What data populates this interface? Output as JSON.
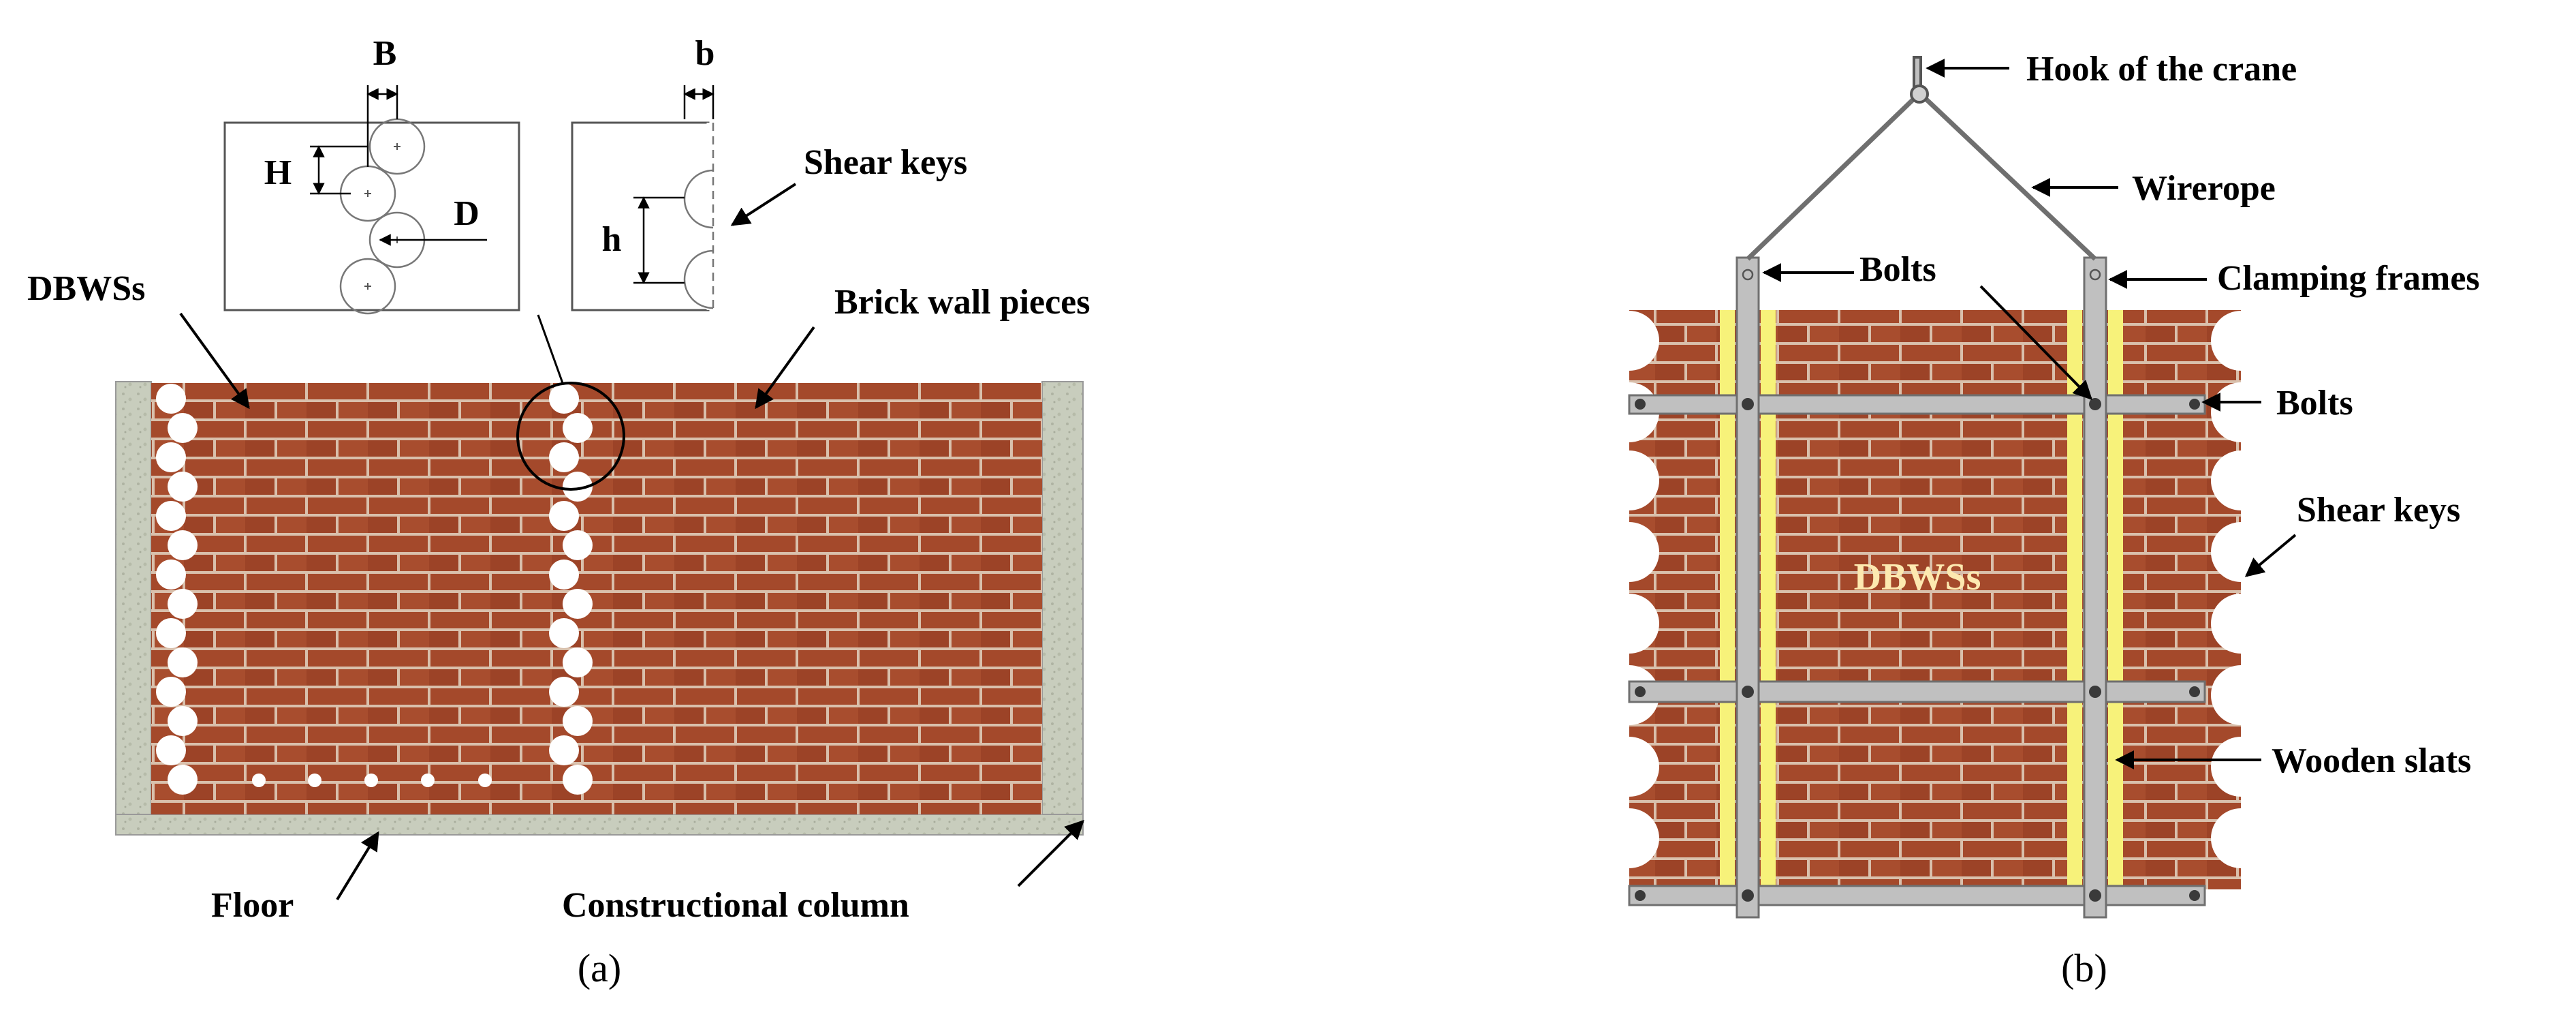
{
  "panel_a": {
    "caption": "(a)",
    "detail_left": {
      "B": "B",
      "H": "H",
      "D": "D"
    },
    "detail_right": {
      "b": "b",
      "h": "h"
    },
    "labels": {
      "shear_keys": "Shear keys",
      "dbwss": "DBWSs",
      "brick_wall_pieces": "Brick wall pieces",
      "floor": "Floor",
      "constructional_column": "Constructional column"
    }
  },
  "panel_b": {
    "caption": "(b)",
    "labels": {
      "hook": "Hook of the crane",
      "wirerope": "Wirerope",
      "bolts_top": "Bolts",
      "clamping_frames": "Clamping frames",
      "bolts_right": "Bolts",
      "shear_keys": "Shear keys",
      "dbwss": "DBWSs",
      "wooden_slats": "Wooden slats"
    }
  },
  "colors": {
    "brick": "#a4492b",
    "mortar": "#d9c0ac",
    "concrete": "#c8cdbd",
    "steel": "#c0c0c0",
    "wood": "#f7f27a",
    "dbwss_text": "#fde9b0"
  }
}
